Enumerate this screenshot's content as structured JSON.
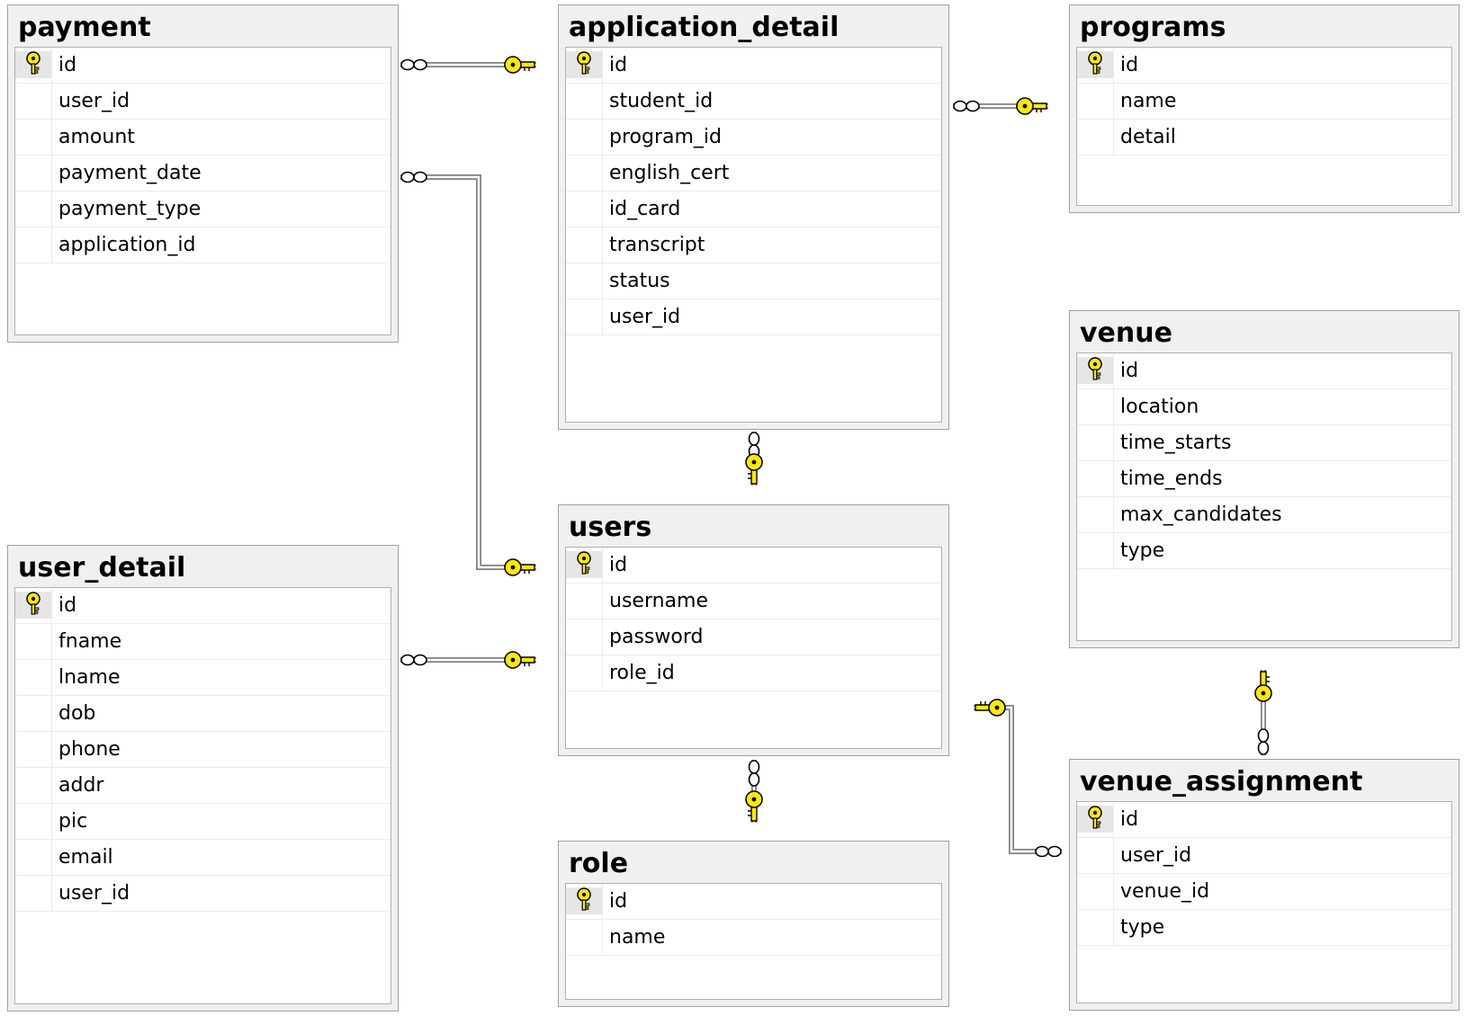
{
  "colors": {
    "key": "#ffea00",
    "frame": "#f0f0f0",
    "line": "#808080"
  },
  "tables": [
    {
      "name": "payment",
      "columns": [
        {
          "name": "id",
          "pk": true
        },
        {
          "name": "user_id",
          "pk": false
        },
        {
          "name": "amount",
          "pk": false
        },
        {
          "name": "payment_date",
          "pk": false
        },
        {
          "name": "payment_type",
          "pk": false
        },
        {
          "name": "application_id",
          "pk": false
        }
      ]
    },
    {
      "name": "application_detail",
      "columns": [
        {
          "name": "id",
          "pk": true
        },
        {
          "name": "student_id",
          "pk": false
        },
        {
          "name": "program_id",
          "pk": false
        },
        {
          "name": "english_cert",
          "pk": false
        },
        {
          "name": "id_card",
          "pk": false
        },
        {
          "name": "transcript",
          "pk": false
        },
        {
          "name": "status",
          "pk": false
        },
        {
          "name": "user_id",
          "pk": false
        }
      ]
    },
    {
      "name": "programs",
      "columns": [
        {
          "name": "id",
          "pk": true
        },
        {
          "name": "name",
          "pk": false
        },
        {
          "name": "detail",
          "pk": false
        }
      ]
    },
    {
      "name": "venue",
      "columns": [
        {
          "name": "id",
          "pk": true
        },
        {
          "name": "location",
          "pk": false
        },
        {
          "name": "time_starts",
          "pk": false
        },
        {
          "name": "time_ends",
          "pk": false
        },
        {
          "name": "max_candidates",
          "pk": false
        },
        {
          "name": "type",
          "pk": false
        }
      ]
    },
    {
      "name": "users",
      "columns": [
        {
          "name": "id",
          "pk": true
        },
        {
          "name": "username",
          "pk": false
        },
        {
          "name": "password",
          "pk": false
        },
        {
          "name": "role_id",
          "pk": false
        }
      ]
    },
    {
      "name": "user_detail",
      "columns": [
        {
          "name": "id",
          "pk": true
        },
        {
          "name": "fname",
          "pk": false
        },
        {
          "name": "lname",
          "pk": false
        },
        {
          "name": "dob",
          "pk": false
        },
        {
          "name": "phone",
          "pk": false
        },
        {
          "name": "addr",
          "pk": false
        },
        {
          "name": "pic",
          "pk": false
        },
        {
          "name": "email",
          "pk": false
        },
        {
          "name": "user_id",
          "pk": false
        }
      ]
    },
    {
      "name": "role",
      "columns": [
        {
          "name": "id",
          "pk": true
        },
        {
          "name": "name",
          "pk": false
        }
      ]
    },
    {
      "name": "venue_assignment",
      "columns": [
        {
          "name": "id",
          "pk": true
        },
        {
          "name": "user_id",
          "pk": false
        },
        {
          "name": "venue_id",
          "pk": false
        },
        {
          "name": "type",
          "pk": false
        }
      ]
    }
  ],
  "relationships": [
    {
      "from": "payment",
      "to": "application_detail"
    },
    {
      "from": "payment",
      "to": "users"
    },
    {
      "from": "application_detail",
      "to": "programs"
    },
    {
      "from": "application_detail",
      "to": "users"
    },
    {
      "from": "user_detail",
      "to": "users"
    },
    {
      "from": "users",
      "to": "role"
    },
    {
      "from": "venue_assignment",
      "to": "users"
    },
    {
      "from": "venue_assignment",
      "to": "venue"
    }
  ]
}
